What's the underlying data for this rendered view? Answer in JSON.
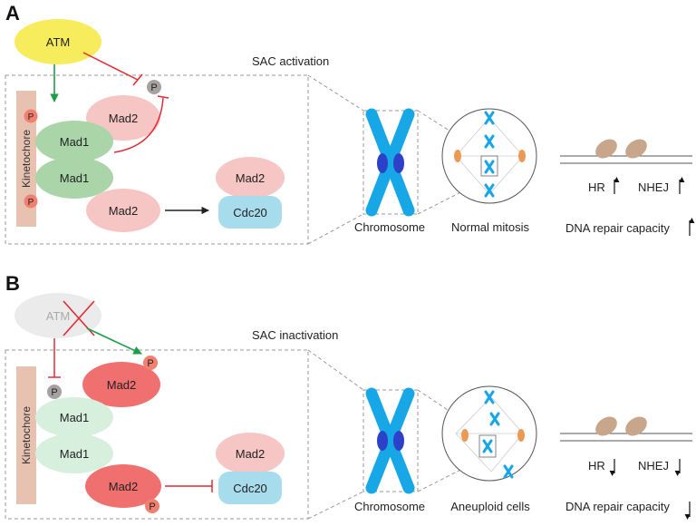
{
  "panel_a": {
    "letter": "A",
    "state_label": "SAC  activation",
    "atm": "ATM",
    "kinetochore": "Kinetochore",
    "mad2": "Mad2",
    "mad1": "Mad1",
    "cdc20": "Cdc20",
    "p": "P",
    "chromosome": "Chromosome",
    "cell": "Normal mitosis",
    "hr": "HR",
    "nhej": "NHEJ",
    "dna_repair": "DNA repair capacity",
    "arrow_direction": "up"
  },
  "panel_b": {
    "letter": "B",
    "state_label": "SAC  inactivation",
    "atm": "ATM",
    "kinetochore": "Kinetochore",
    "mad2": "Mad2",
    "mad1": "Mad1",
    "cdc20": "Cdc20",
    "p": "P",
    "chromosome": "Chromosome",
    "cell": "Aneuploid cells",
    "hr": "HR",
    "nhej": "NHEJ",
    "dna_repair": "DNA repair capacity",
    "arrow_direction": "down"
  },
  "colors": {
    "atm_active": "#f7ec5c",
    "atm_inactive": "#ebebeb",
    "mad2_light": "#f5c6c4",
    "mad2_phospho": "#f06f6f",
    "mad1": "#a9d5a8",
    "mad1_faded": "#d7efdd",
    "cdc20": "#a6dcec",
    "kinetochore": "#e8c2b0",
    "p_red": "#f28070",
    "p_grey": "#a7a2a2",
    "chromosome": "#17a7e6",
    "centromere": "#2c41c7",
    "spindle_pole": "#ea9a52",
    "dna_protein": "#c8a68b",
    "green_arrow": "#1e9e49",
    "red_inhibit": "#e02a36"
  }
}
